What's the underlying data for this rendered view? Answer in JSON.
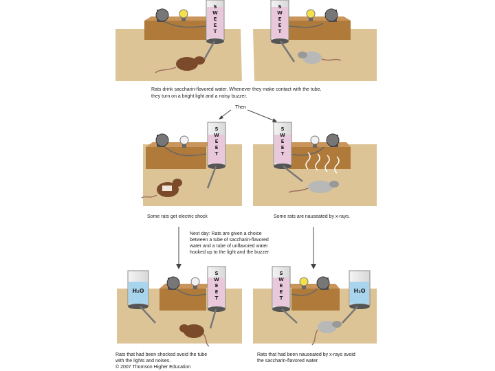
{
  "tube_label": [
    "S",
    "W",
    "E",
    "E",
    "T"
  ],
  "water_label": "H₂O",
  "captions": {
    "intro_line1": "Rats drink saccharin-flavored water. Whenever they make contact with the tube,",
    "intro_line2": "they turn on a bright light and a noisy buzzer.",
    "then": "Then",
    "shock": "Some rats get electric shock",
    "xray": "Some rats are nauseated by x-rays.",
    "nextday_line1": "Next day: Rats are given a choice",
    "nextday_line2": "between a tube of saccharin-flavored",
    "nextday_line3": "water and a tube of unflavored water",
    "nextday_line4": "hooked up to the light and the buzzer.",
    "result_left_line1": "Rats that had been shocked avoid the tube",
    "result_left_line2": "with the lights and noises.",
    "result_right_line1": "Rats that had been nauseated by x-rays avoid",
    "result_right_line2": "the saccharin-flavored water.",
    "copyright": "© 2007 Thomson Higher Education"
  },
  "colors": {
    "ground": "#dcc496",
    "box": "#b07a3a",
    "sweet_liquid": "#e8c8da",
    "water_liquid": "#a9d4ee",
    "rat_brown": "#7a4a2a",
    "rat_grey": "#b8b8b8"
  }
}
